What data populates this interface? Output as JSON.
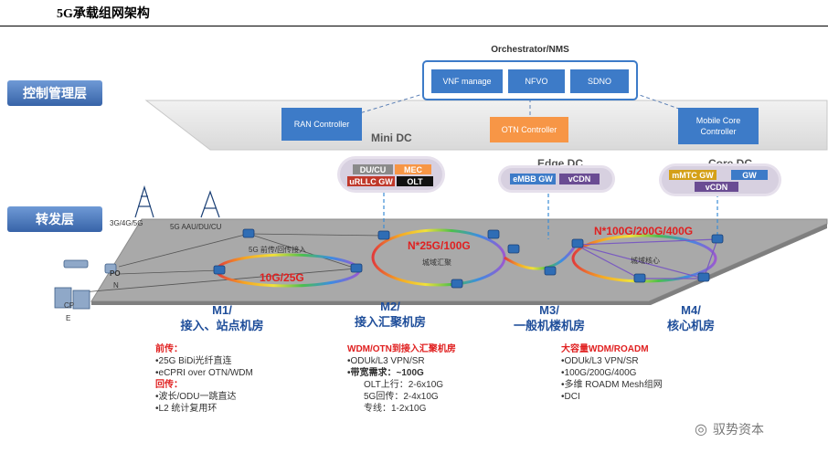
{
  "title": "5G承载组网架构",
  "orchestrator": {
    "label": "Orchestrator/NMS",
    "modules": [
      "VNF manage",
      "NFVO",
      "SDNO"
    ]
  },
  "layers": {
    "control": "控制管理层",
    "forwarding": "转发层"
  },
  "controllers": {
    "ran": "RAN Controller",
    "otn": "OTN Controller",
    "core": "Mobile Core Controller"
  },
  "dc_labels": {
    "mini": "Mini DC",
    "edge": "Edge DC",
    "core": "Core DC"
  },
  "mini_dc": {
    "du_cu": "DU/CU",
    "mec": "MEC",
    "urllc": "uRLLC GW",
    "olt": "OLT"
  },
  "edge_dc": {
    "embb": "eMBB GW",
    "vcdn": "vCDN"
  },
  "core_dc": {
    "mmtc": "mMTC GW",
    "gw": "GW",
    "vcdn": "vCDN"
  },
  "access": {
    "tower": "3G/4G/5G",
    "aau": "5G AAU/DU/CU",
    "onu": "PO",
    "n": "N",
    "cpe_top": "CP",
    "cpe_bottom": "E",
    "fronthaul": "5G 前传/回传接入"
  },
  "rings": {
    "access": "10G/25G",
    "aggregation": "N*25G/100G",
    "agg_sub": "城域汇聚",
    "core": "N*100G/200G/400G",
    "core_sub": "城域核心"
  },
  "locations": [
    {
      "code": "M1/",
      "name": "接入、站点机房"
    },
    {
      "code": "M2/",
      "name": "接入汇聚机房"
    },
    {
      "code": "M3/",
      "name": "一般机楼机房"
    },
    {
      "code": "M4/",
      "name": "核心机房"
    }
  ],
  "notes": {
    "col1": [
      "前传：",
      "•25G BiDi光纤直连",
      "•eCPRI over OTN/WDM",
      "回传：",
      "•波长/ODU一跳直达",
      "•L2 统计复用环"
    ],
    "col2": [
      "WDM/OTN到接入汇聚机房",
      "•ODUk/L3 VPN/SR",
      "•带宽需求：~100G",
      "OLT上行：2-6x10G",
      "5G回传：2-4x10G",
      "专线：1-2x10G"
    ],
    "col3": [
      "大容量WDM/ROADM",
      "•ODUk/L3 VPN/SR",
      "•100G/200G/400G",
      "•多维 ROADM Mesh组网",
      "•DCI"
    ]
  },
  "watermark": "驭势资本",
  "colors": {
    "layer_tag": "#3763a8",
    "controller_blue": "#3d7bc8",
    "controller_orange": "#f79646",
    "highlight_red": "#e02020",
    "location_blue": "#1f4e9a",
    "plane_gray": "#a6a6a6"
  }
}
